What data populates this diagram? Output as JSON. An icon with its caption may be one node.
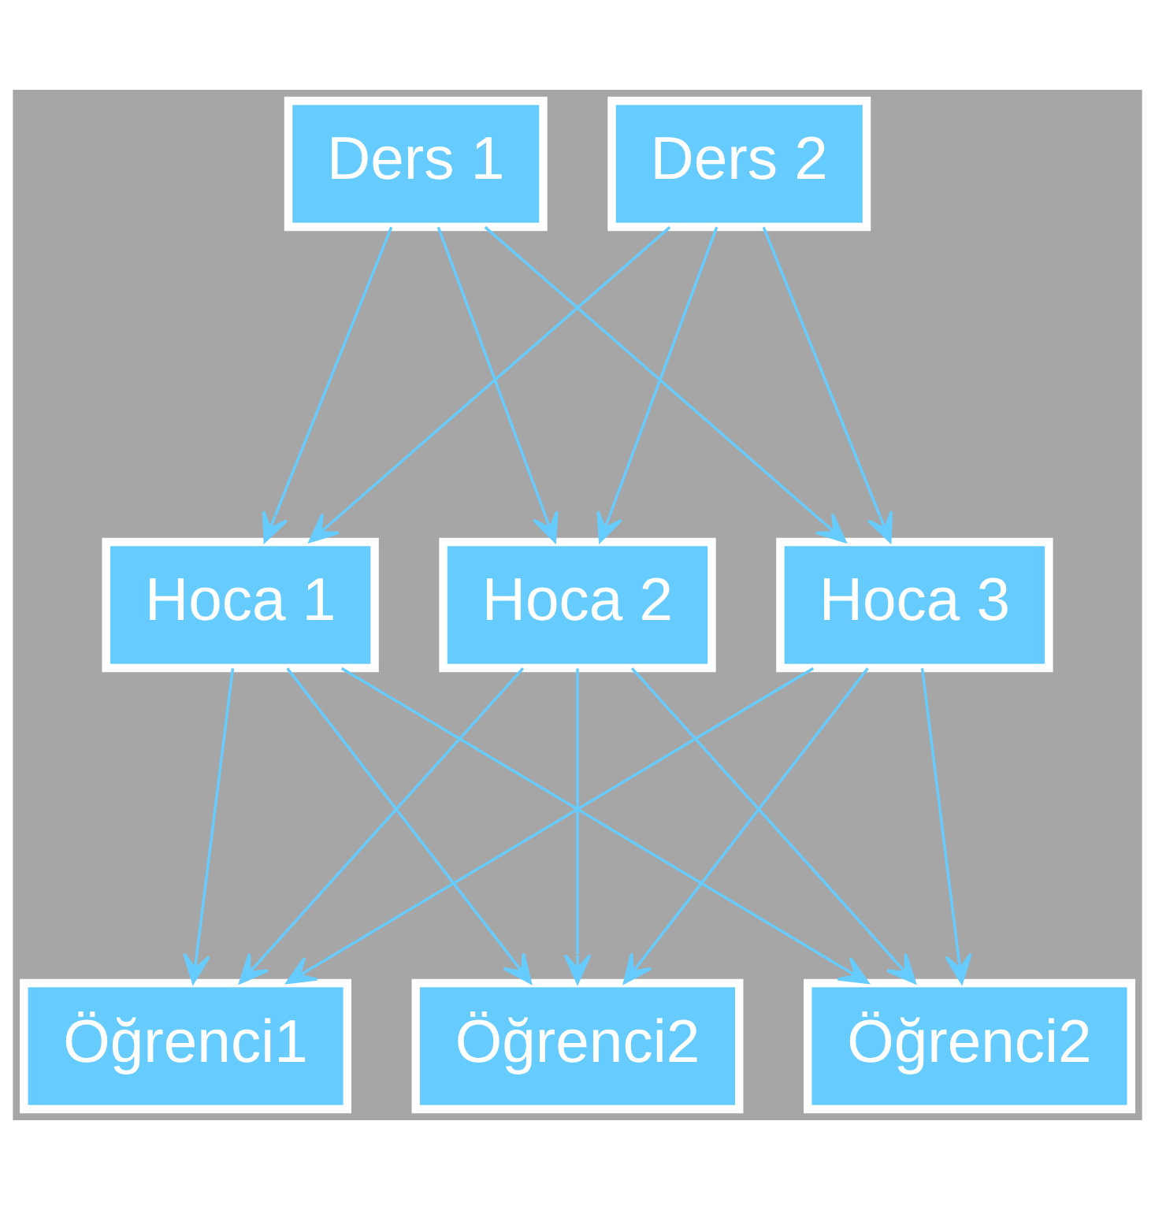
{
  "diagram": {
    "nodes": [
      {
        "text": [
          "Ders 1"
        ]
      },
      {
        "text": [
          "Ders 2"
        ]
      },
      {
        "text": [
          "Hoca 1"
        ]
      },
      {
        "text": [
          "Hoca 2"
        ]
      },
      {
        "text": [
          "Hoca 3"
        ]
      },
      {
        "text": [
          "Öğrenci1"
        ]
      },
      {
        "text": [
          "Öğrenci2"
        ]
      },
      {
        "text": [
          "Öğrenci2"
        ]
      }
    ],
    "edges": [
      {
        "from": 0,
        "to": 2,
        "arrow": "to"
      },
      {
        "from": 0,
        "to": 3,
        "arrow": "to"
      },
      {
        "from": 0,
        "to": 4,
        "arrow": "to"
      },
      {
        "from": 1,
        "to": 2,
        "arrow": "to"
      },
      {
        "from": 1,
        "to": 3,
        "arrow": "to"
      },
      {
        "from": 1,
        "to": 4,
        "arrow": "to"
      },
      {
        "from": 2,
        "to": 5,
        "arrow": "to"
      },
      {
        "from": 2,
        "to": 6,
        "arrow": "to"
      },
      {
        "from": 2,
        "to": 7,
        "arrow": "to"
      },
      {
        "from": 3,
        "to": 5,
        "arrow": "to"
      },
      {
        "from": 3,
        "to": 6,
        "arrow": "to"
      },
      {
        "from": 3,
        "to": 7,
        "arrow": "to"
      },
      {
        "from": 4,
        "to": 5,
        "arrow": "to"
      },
      {
        "from": 4,
        "to": 6,
        "arrow": "to"
      },
      {
        "from": 4,
        "to": 7,
        "arrow": "to"
      }
    ]
  }
}
